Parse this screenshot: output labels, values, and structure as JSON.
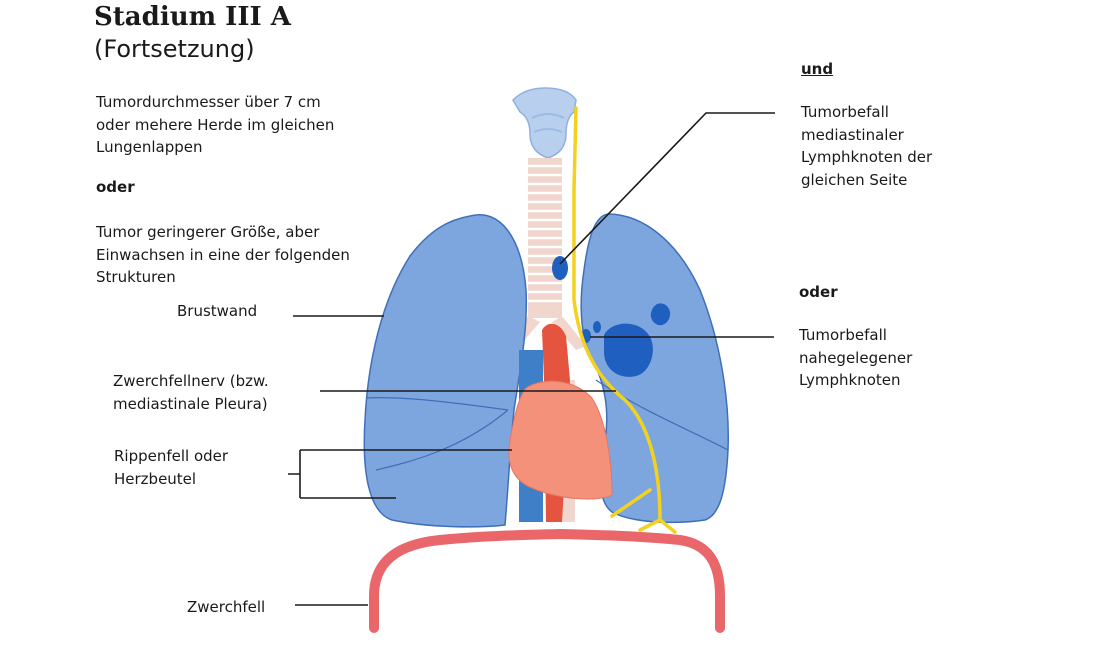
{
  "title": "Stadium III A",
  "subtitle": "(Fortsetzung)",
  "left_text": {
    "criterion_1": "Tumordurchmesser über 7 cm\noder mehere Herde im gleichen\nLungenlappen",
    "oder": "oder",
    "criterion_2": "Tumor geringerer Größe, aber\nEinwachsen in eine der folgenden\nStrukturen"
  },
  "labels": {
    "brustwand": "Brustwand",
    "zwerchfellnerv": "Zwerchfellnerv (bzw.\nmediastinale Pleura)",
    "rippenfell": "Rippenfell oder\nHerzbeutel",
    "zwerchfell": "Zwerchfell"
  },
  "right_text": {
    "und": "und",
    "mediastinal": "Tumorbefall\nmediastinaler\nLymphknoten der\ngleichen Seite",
    "oder": "oder",
    "nearby": "Tumorbefall\nnahegelegener\nLymphknoten"
  },
  "colors": {
    "lung_fill": "#7ea6de",
    "lung_stroke": "#3f6fb8",
    "tumor": "#1e5fbf",
    "heart": "#f4917a",
    "aorta": "#e4543e",
    "vena_cava": "#3e7fc8",
    "nerve": "#f3d21f",
    "diaphragm": "#e9676b",
    "trachea": "#f0d6cc"
  }
}
